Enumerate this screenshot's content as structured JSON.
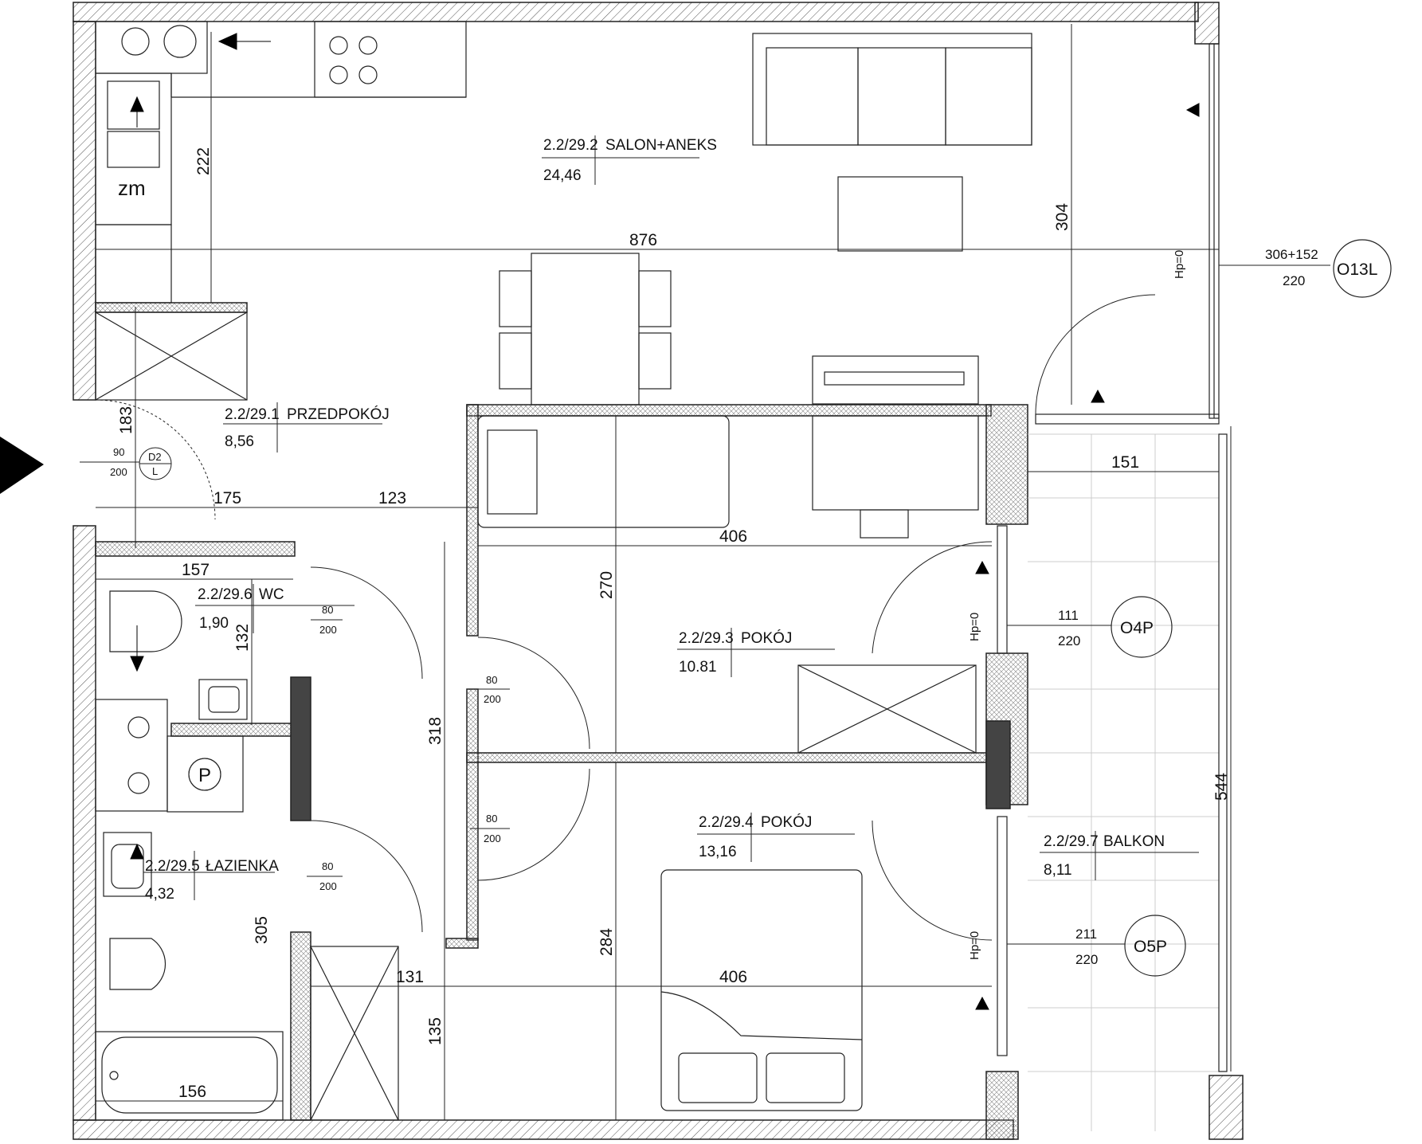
{
  "rooms": [
    {
      "code": "2.2/29.1",
      "name": "PRZEDPOKÓJ",
      "area": "8,56"
    },
    {
      "code": "2.2/29.2",
      "name": "SALON+ANEKS",
      "area": "24,46"
    },
    {
      "code": "2.2/29.3",
      "name": "POKÓJ",
      "area": "10.81"
    },
    {
      "code": "2.2/29.4",
      "name": "POKÓJ",
      "area": "13,16"
    },
    {
      "code": "2.2/29.5",
      "name": "ŁAZIENKA",
      "area": "4,32"
    },
    {
      "code": "2.2/29.6",
      "name": "WC",
      "area": "1,90"
    },
    {
      "code": "2.2/29.7",
      "name": "BALKON",
      "area": "8,11"
    }
  ],
  "dimensions": {
    "d876": "876",
    "d222": "222",
    "d304": "304",
    "d183": "183",
    "d175": "175",
    "d123": "123",
    "d406a": "406",
    "d270": "270",
    "d157": "157",
    "d132": "132",
    "d318": "318",
    "d151": "151",
    "d544": "544",
    "d284": "284",
    "d406b": "406",
    "d131": "131",
    "d135": "135",
    "d305": "305",
    "d156": "156"
  },
  "windows": [
    {
      "id": "O13L",
      "width": "306+152",
      "height": "220",
      "hp": "Hp=0"
    },
    {
      "id": "O4P",
      "width": "111",
      "height": "220",
      "hp": "Hp=0"
    },
    {
      "id": "O5P",
      "width": "211",
      "height": "220",
      "hp": "Hp=0"
    }
  ],
  "doors": {
    "entry": {
      "code": "D2",
      "side": "L",
      "width": "90",
      "height": "200"
    },
    "wc": {
      "width": "80",
      "height": "200"
    },
    "room3": {
      "width": "80",
      "height": "200"
    },
    "room4": {
      "width": "80",
      "height": "200"
    },
    "bath": {
      "width": "80",
      "height": "200"
    }
  },
  "markers": {
    "zm": "zm",
    "p": "P"
  }
}
